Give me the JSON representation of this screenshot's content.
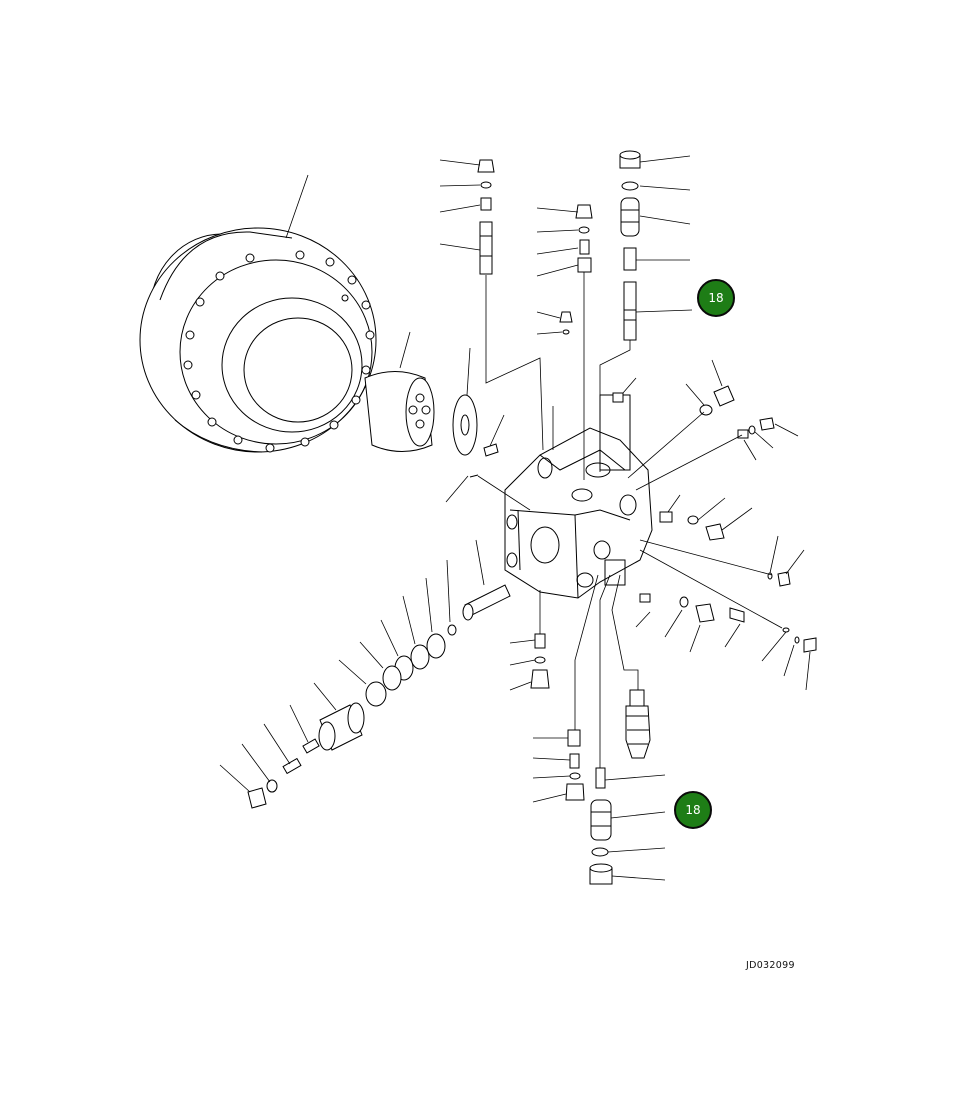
{
  "callouts": [
    {
      "id": "callout-upper",
      "label": "18",
      "color": "#1e7d16"
    },
    {
      "id": "callout-lower",
      "label": "18",
      "color": "#1e7d16"
    }
  ],
  "drawing_code": "JD032099",
  "colors": {
    "line": "#000000",
    "background": "#ffffff",
    "callout_fill": "#1e7d16"
  }
}
